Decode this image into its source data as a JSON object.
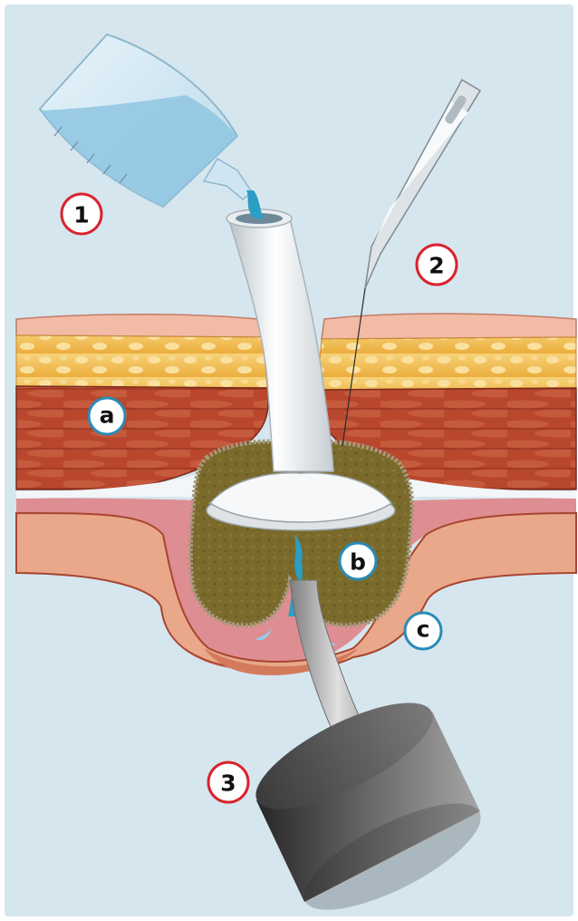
{
  "colors": {
    "background": "#d6e6ef",
    "skin": "#efb9a3",
    "fat": "#f3c05a",
    "muscle": "#b6452c",
    "peritoneum": "#dd8f94",
    "bowel": "#e9a88a",
    "packing": "#7b6b2c",
    "water": "#2a9ec5",
    "drain_device": "#505050",
    "number_badge": "#d9232e",
    "letter_badge": "#2a8cb5"
  },
  "labels": {
    "step_1": "1",
    "step_2": "2",
    "step_3": "3",
    "layer_a": "a",
    "layer_b": "b",
    "layer_c": "c"
  },
  "icons": [
    "bottle-icon",
    "scalpel-icon",
    "tube-icon",
    "suction-device-icon"
  ]
}
